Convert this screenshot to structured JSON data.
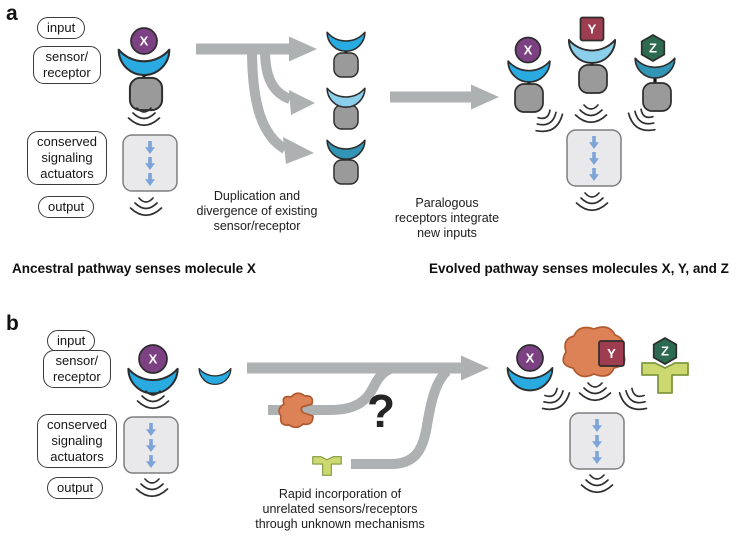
{
  "molecules": {
    "x": "X",
    "y": "Y",
    "z": "Z"
  },
  "stage_labels": {
    "input": "input",
    "sensor_receptor": "sensor/\nreceptor",
    "actuators": "conserved\nsignaling\nactuators",
    "output": "output"
  },
  "panel_a": {
    "letter": "a",
    "duplication_label": "Duplication and\ndivergence of existing\nsensor/receptor",
    "paralogous_label": "Paralogous\nreceptors integrate\nnew inputs",
    "caption_left": "Ancestral pathway senses molecule X",
    "caption_right": "Evolved pathway senses molecules X, Y, and Z"
  },
  "panel_b": {
    "letter": "b",
    "question_mark": "?",
    "incorporation_label": "Rapid incorporation of\nunrelated sensors/receptors\nthrough unknown mechanisms"
  },
  "colors": {
    "cup_blue": "#29abe2",
    "cup_light": "#8ccfeb",
    "cup_teal": "#3295b5",
    "molecule_purple": "#7c4182",
    "molecule_maroon": "#9e3c50",
    "molecule_green": "#2d6b50",
    "receptor_gray": "#9a9a9a",
    "outline_dark": "#2d2d2d",
    "arrow_gray": "#adb1b1",
    "actuator_fill": "#e9e9ec",
    "actuator_stroke": "#7e7e7e",
    "actuator_arrow": "#7da4d8",
    "cloud_orange": "#dd8156",
    "cloud_stroke": "#b15a30",
    "unrelated_yellow": "#ccd970",
    "yellow_stroke": "#7f973f",
    "wave_stroke": "#2f2f2f"
  }
}
